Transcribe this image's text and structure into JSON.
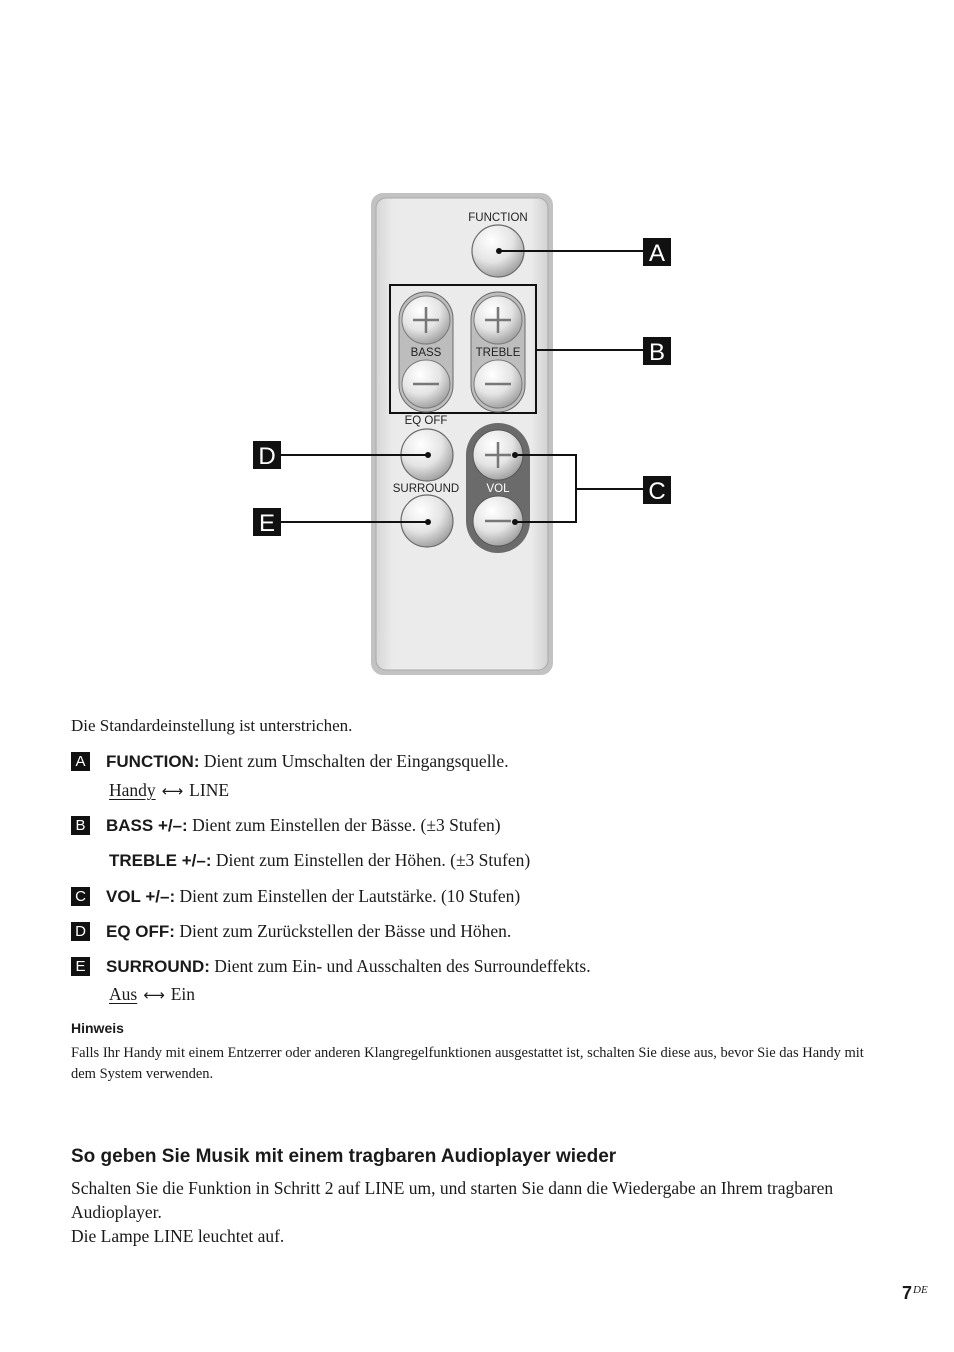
{
  "remote": {
    "labels": {
      "function": "FUNCTION",
      "bass": "BASS",
      "treble": "TREBLE",
      "eq_off": "EQ OFF",
      "surround": "SURROUND",
      "vol": "VOL"
    },
    "callouts": [
      "A",
      "B",
      "C",
      "D",
      "E"
    ]
  },
  "intro": "Die Standardeinstellung ist unterstrichen.",
  "items": [
    {
      "badge": "A",
      "term": "FUNCTION:",
      "desc": " Dient zum Umschalten der Eingangsquelle.",
      "option_default": "Handy",
      "option_arrow": "⟷",
      "option_other": "LINE"
    },
    {
      "badge": "B",
      "term": "BASS +/–:",
      "desc": " Dient zum Einstellen der Bässe. (±3 Stufen)"
    },
    {
      "term": "TREBLE +/–:",
      "desc": " Dient zum Einstellen der Höhen. (±3 Stufen)"
    },
    {
      "badge": "C",
      "term": "VOL +/–:",
      "desc": " Dient zum Einstellen der Lautstärke. (10 Stufen)"
    },
    {
      "badge": "D",
      "term": "EQ OFF:",
      "desc": " Dient zum Zurückstellen der Bässe und Höhen."
    },
    {
      "badge": "E",
      "term": "SURROUND:",
      "desc": " Dient zum Ein- und Ausschalten des Surroundeffekts.",
      "option_default": "Aus",
      "option_arrow": "⟷",
      "option_other": "Ein"
    }
  ],
  "note": {
    "heading": "Hinweis",
    "text": "Falls Ihr Handy mit einem Entzerrer oder anderen Klangregelfunktionen ausgestattet ist, schalten Sie diese aus, bevor Sie das Handy mit dem System verwenden."
  },
  "section": {
    "heading": "So geben Sie Musik mit einem tragbaren Audioplayer wieder",
    "paragraph_1": "Schalten Sie die Funktion in Schritt 2 auf LINE um, und starten Sie dann die Wiedergabe an Ihrem tragbaren Audioplayer.",
    "paragraph_2": "Die Lampe LINE leuchtet auf."
  },
  "page": {
    "number": "7",
    "suffix": "DE"
  }
}
